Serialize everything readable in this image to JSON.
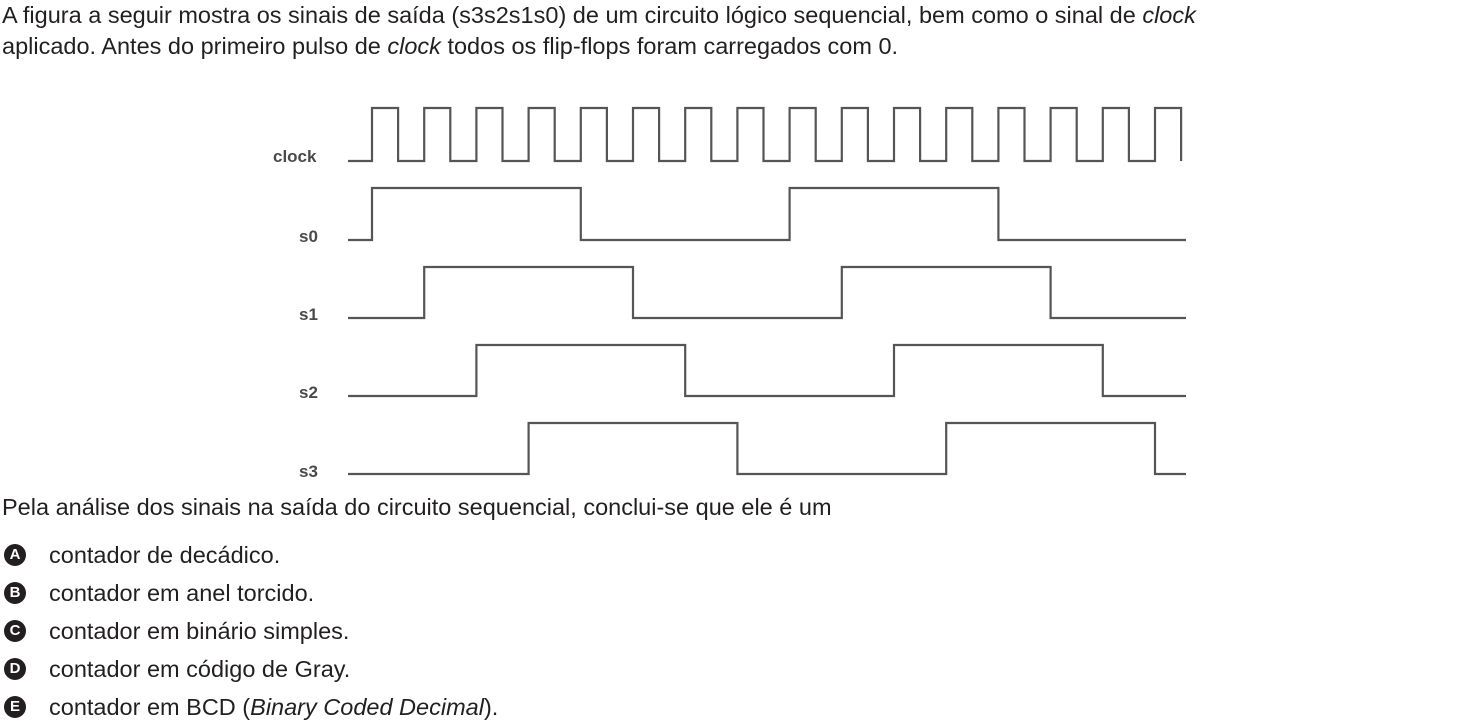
{
  "intro": {
    "text_1": "A figura a seguir mostra os sinais de saída (s3s2s1s0) de um circuito lógico sequencial, bem como o sinal de ",
    "clock_word_1": "clock",
    "text_2": "aplicado. Antes do primeiro pulso de ",
    "clock_word_2": "clock",
    "text_3": " todos os flip-flops foram carregados com 0."
  },
  "diagram": {
    "labels": {
      "clock": "clock",
      "s0": "s0",
      "s1": "s1",
      "s2": "s2",
      "s3": "s3"
    },
    "clock_pulses": 16,
    "wave_color": "#555555",
    "signals": {
      "s0": [
        0,
        1,
        1,
        1,
        1,
        0,
        0,
        0,
        0,
        1,
        1,
        1,
        1,
        0,
        0,
        0,
        0
      ],
      "s1": [
        0,
        0,
        1,
        1,
        1,
        1,
        0,
        0,
        0,
        0,
        1,
        1,
        1,
        1,
        0,
        0,
        0
      ],
      "s2": [
        0,
        0,
        0,
        1,
        1,
        1,
        1,
        0,
        0,
        0,
        0,
        1,
        1,
        1,
        1,
        0,
        0
      ],
      "s3": [
        0,
        0,
        0,
        0,
        1,
        1,
        1,
        1,
        0,
        0,
        0,
        0,
        1,
        1,
        1,
        1,
        0
      ]
    }
  },
  "question": "Pela análise dos sinais na saída do circuito sequencial, conclui-se que ele é um",
  "options": [
    {
      "letter": "A",
      "text": "contador de decádico."
    },
    {
      "letter": "B",
      "text": "contador em anel torcido."
    },
    {
      "letter": "C",
      "text": "contador em binário simples."
    },
    {
      "letter": "D",
      "text": "contador em código de Gray."
    },
    {
      "letter": "E",
      "text_before": "contador em BCD (",
      "text_italic": "Binary Coded Decimal",
      "text_after": ")."
    }
  ]
}
